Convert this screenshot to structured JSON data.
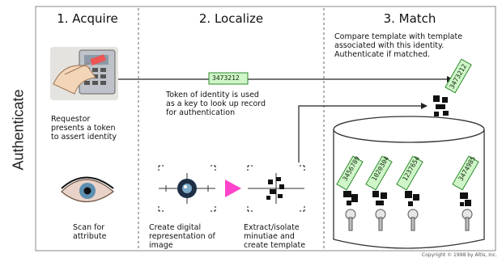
{
  "side_label": "Authenticate",
  "steps": [
    {
      "title": "1. Acquire"
    },
    {
      "title": "2. Localize"
    },
    {
      "title": "3. Match"
    }
  ],
  "acquire": {
    "token_text": "Requestor\npresents a token\nto assert identity",
    "scan_text": "Scan for\nattribute"
  },
  "localize": {
    "token_value": "3473212",
    "lookup_text": "Token of identity is used\nas a key to look up record\nfor authentication",
    "create_text": "Create digital\nrepresentation of\nimage",
    "extract_text": "Extract/isolate\nminutiae and\ncreate template"
  },
  "match": {
    "compare_text": "Compare template with template\nassociated with this identity.\nAuthenticate if matched.",
    "token_value": "3473212",
    "db_tokens": [
      "3456789",
      "1020304",
      "1237654",
      "3474985"
    ]
  },
  "copyright": "Copyright © 1998 by Altis, Inc.",
  "colors": {
    "token_fill": "#cff5c8",
    "token_stroke": "#2e8b2e",
    "arrow": "#222222",
    "triangle": "#ff44cc",
    "divider": "#666666"
  },
  "icons": [
    "hand-card-icon",
    "eye-icon",
    "fingerprint-icon",
    "key-icon",
    "database-icon"
  ]
}
